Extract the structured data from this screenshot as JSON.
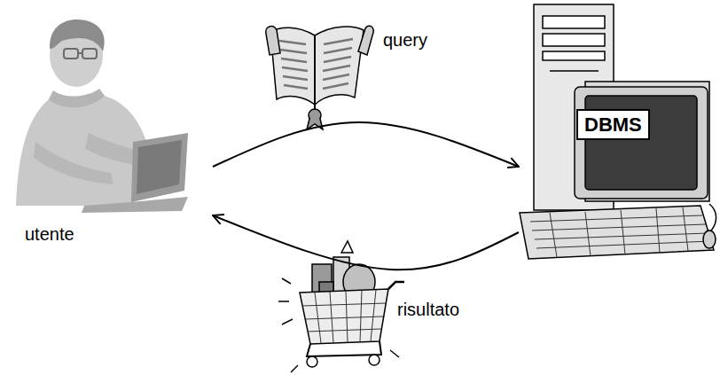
{
  "diagram": {
    "nodes": [
      {
        "text": [
          "utente"
        ]
      },
      {
        "text": [
          "DBMS"
        ]
      }
    ],
    "edges": [
      {
        "from": 0,
        "to": 1,
        "arrow": "to",
        "label": "query"
      },
      {
        "from": 1,
        "to": 0,
        "arrow": "to",
        "label": "risultato"
      }
    ]
  }
}
